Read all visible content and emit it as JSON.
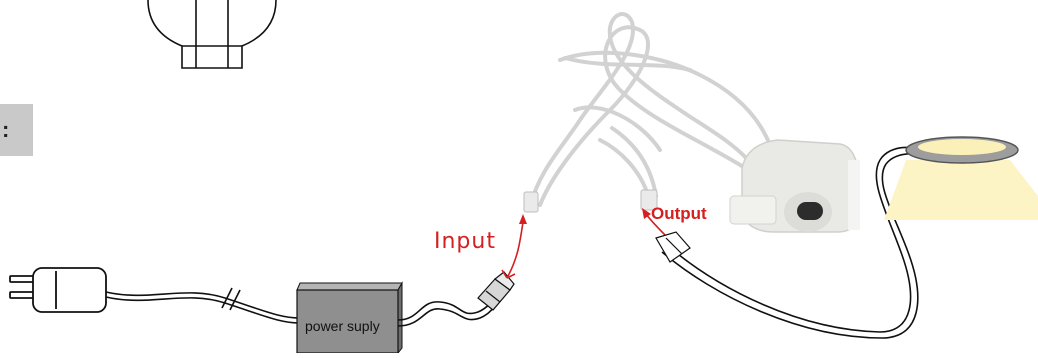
{
  "step_tab": {
    "text": ":"
  },
  "labels": {
    "input": "Input",
    "output": "Output",
    "power_supply": "power suply"
  },
  "colors": {
    "annotation": "#d4201f",
    "cable_gray": "#cfcfcf",
    "psu_gray": "#8f8f8f",
    "light_beam": "#fdf4c6"
  },
  "icons": [
    "plug-icon",
    "power-supply-icon",
    "connector-icon",
    "sensor-switch-icon",
    "cabinet-light-icon"
  ]
}
